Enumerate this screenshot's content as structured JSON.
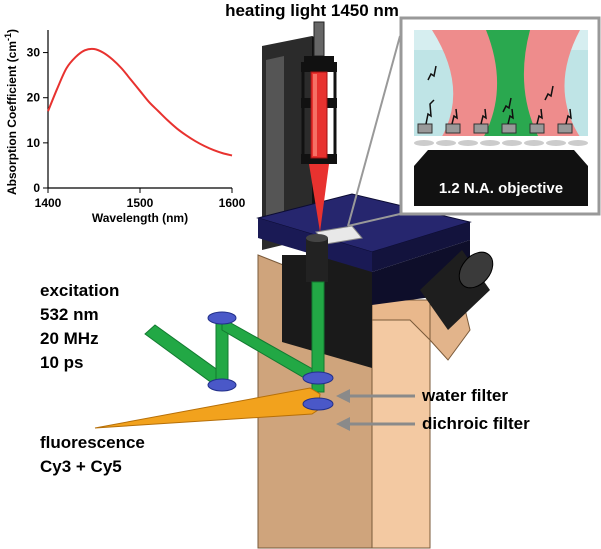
{
  "title": "heating light 1450 nm",
  "inset": {
    "objective_label": "1.2 N.A. objective"
  },
  "excitation": {
    "title": "excitation",
    "wavelength": "532 nm",
    "rate": "20 MHz",
    "pulse": "10 ps"
  },
  "fluorescence": {
    "title": "fluorescence",
    "dyes": "Cy3 + Cy5"
  },
  "filters": {
    "water": "water filter",
    "dichroic": "dichroic filter"
  },
  "colors": {
    "heating": "#e8322f",
    "excitation": "#22a845",
    "fluorescence": "#f2a21d",
    "body": "#c9a07a",
    "stage": "#20205a",
    "mirror": "#4a58c8"
  },
  "chart_data": {
    "type": "line",
    "title": "",
    "xlabel": "Wavelength (nm)",
    "ylabel": "Absorption Coefficient (cm",
    "ylabel_sup": "-1",
    "ylabel_close": ")",
    "xlim": [
      1400,
      1600
    ],
    "ylim": [
      0,
      35
    ],
    "x_ticks": [
      "1400",
      "1500",
      "1600"
    ],
    "y_ticks": [
      "0",
      "10",
      "20",
      "30"
    ],
    "x_tick_values": [
      1400,
      1500,
      1600
    ],
    "y_tick_values": [
      0,
      10,
      20,
      30
    ],
    "series": [
      {
        "color": "#e8322f",
        "x": [
          1400,
          1410,
          1420,
          1430,
          1440,
          1450,
          1460,
          1470,
          1480,
          1490,
          1500,
          1510,
          1520,
          1530,
          1540,
          1550,
          1560,
          1570,
          1580,
          1590,
          1600
        ],
        "y": [
          17.0,
          22.0,
          26.5,
          29.0,
          30.5,
          30.8,
          30.0,
          28.5,
          26.5,
          24.0,
          21.5,
          19.0,
          17.0,
          15.0,
          13.2,
          11.7,
          10.4,
          9.3,
          8.4,
          7.7,
          7.2
        ]
      }
    ]
  }
}
